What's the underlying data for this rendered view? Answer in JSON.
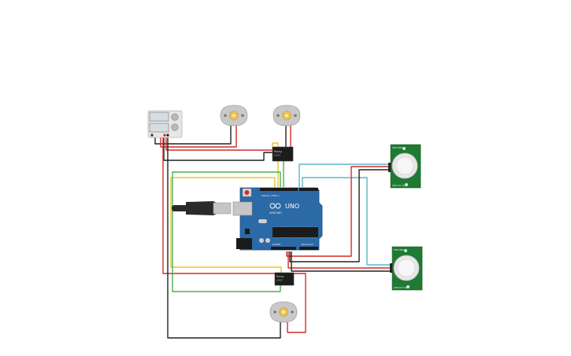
{
  "board": {
    "logo_text": "UNO",
    "brand_text": "ARDUINO",
    "header_left": "DIGITAL (PWM~)",
    "header_power": "POWER",
    "header_analog": "ANALOG IN"
  },
  "relays": {
    "top": {
      "line1": "Relay",
      "line2": "SPDT"
    },
    "bottom": {
      "line1": "Relay",
      "line2": "SPDT"
    }
  },
  "pir_sensors": {
    "top": {
      "top_label": "TIME  SENS",
      "bottom_label": "GND OUT VCC"
    },
    "bottom": {
      "top_label": "TIME  SENS",
      "bottom_label": "GND OUT VCC"
    }
  },
  "colors": {
    "wire_red": "#d42a2a",
    "wire_black": "#222222",
    "wire_yellow": "#e8c62a",
    "wire_green": "#4caf50",
    "wire_cyan": "#5ab8c8",
    "board": "#2b6aa6",
    "pir_board": "#1f7a34",
    "motor_body": "#c9c9c9",
    "motor_shaft": "#e8c25a"
  }
}
